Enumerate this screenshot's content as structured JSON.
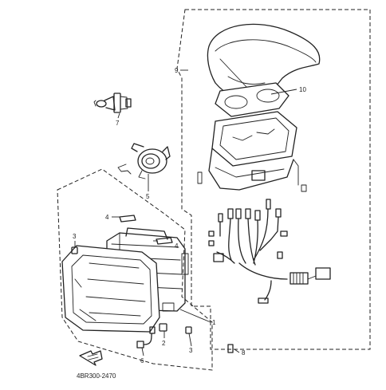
{
  "diagram": {
    "part_callouts": [
      {
        "id": "p1",
        "label": "1"
      },
      {
        "id": "p2",
        "label": "2"
      },
      {
        "id": "p3a",
        "label": "3"
      },
      {
        "id": "p3b",
        "label": "3"
      },
      {
        "id": "p4a",
        "label": "4"
      },
      {
        "id": "p4b",
        "label": "4"
      },
      {
        "id": "p5",
        "label": "5"
      },
      {
        "id": "p6",
        "label": "6"
      },
      {
        "id": "p7",
        "label": "7"
      },
      {
        "id": "p8",
        "label": "8"
      },
      {
        "id": "p9",
        "label": "9"
      },
      {
        "id": "p10",
        "label": "10"
      }
    ],
    "drawing_code": "4BR300-2470"
  }
}
